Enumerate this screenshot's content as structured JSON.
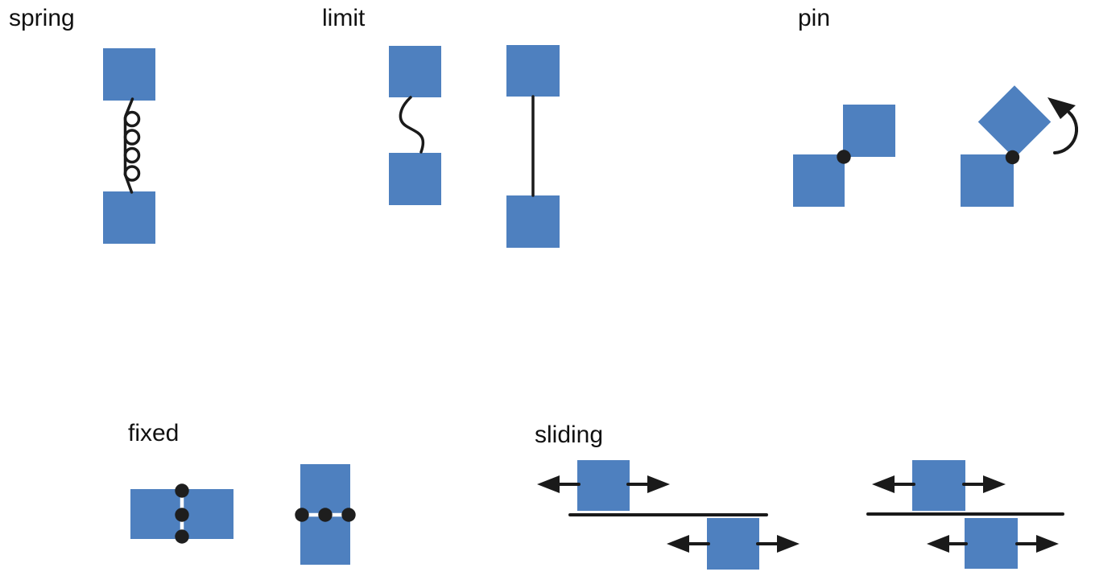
{
  "colors": {
    "background": "#ffffff",
    "block_blue": "#4E80BF",
    "stroke_black": "#1a1a1a",
    "joint_dot_black": "#1e1e1e",
    "connector_white": "#ffffff"
  },
  "sections": {
    "spring": {
      "label": "spring"
    },
    "limit": {
      "label": "limit"
    },
    "pin": {
      "label": "pin"
    },
    "fixed": {
      "label": "fixed"
    },
    "sliding": {
      "label": "sliding"
    }
  }
}
